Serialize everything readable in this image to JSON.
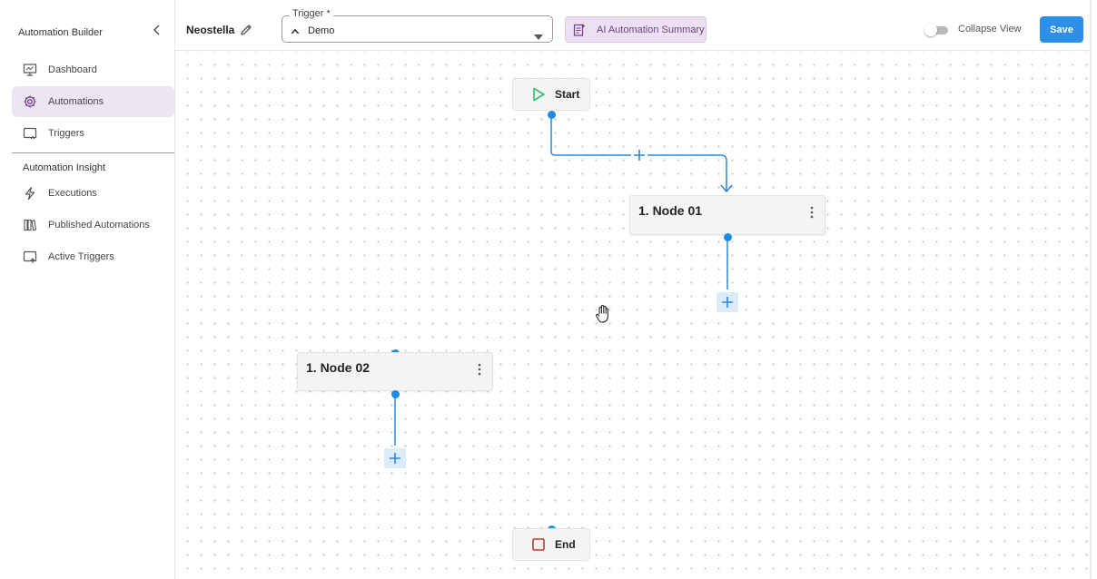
{
  "sidebar": {
    "title": "Automation Builder",
    "items": [
      {
        "label": "Dashboard",
        "icon": "monitor-icon"
      },
      {
        "label": "Automations",
        "icon": "gear-icon"
      },
      {
        "label": "Triggers",
        "icon": "trigger-icon"
      }
    ],
    "section_title": "Automation Insight",
    "insight_items": [
      {
        "label": "Executions",
        "icon": "lightning-icon"
      },
      {
        "label": "Published Automations",
        "icon": "library-icon"
      },
      {
        "label": "Active Triggers",
        "icon": "active-trigger-icon"
      }
    ]
  },
  "topbar": {
    "project_name": "Neostella",
    "trigger_label": "Trigger *",
    "trigger_value": "Demo",
    "ai_summary_label": "AI Automation Summary",
    "collapse_view_label": "Collapse View",
    "collapse_view_on": false,
    "save_label": "Save"
  },
  "canvas": {
    "start_label": "Start",
    "end_label": "End",
    "nodes": [
      {
        "title": "1. Node 01"
      },
      {
        "title": "1. Node 02"
      }
    ]
  },
  "colors": {
    "accent": "#2e8fe8",
    "connector": "#1d8ae6",
    "active_nav": "#ece6f4",
    "ai_button_bg": "#ece0f2",
    "start_icon": "#2fbf71",
    "end_icon": "#c0392b"
  }
}
